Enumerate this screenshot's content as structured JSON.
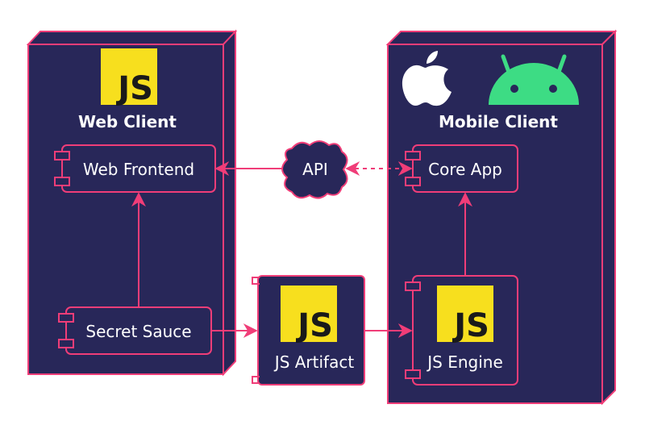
{
  "web_client": {
    "title": "Web Client"
  },
  "mobile_client": {
    "title": "Mobile Client"
  },
  "components": {
    "web_frontend": "Web Frontend",
    "secret_sauce": "Secret Sauce",
    "core_app": "Core App",
    "js_engine": "JS Engine"
  },
  "api": {
    "label": "API"
  },
  "artifact": {
    "label": "JS Artifact"
  },
  "js_logo_text": "JS",
  "colors": {
    "node_fill": "#282759",
    "stroke": "#f03d78",
    "js_yellow": "#f7df1e",
    "js_text": "#1a1a1a",
    "android_green": "#3ddc84",
    "apple_white": "#ffffff"
  },
  "icons": [
    "js-logo-icon",
    "apple-icon",
    "android-icon"
  ]
}
